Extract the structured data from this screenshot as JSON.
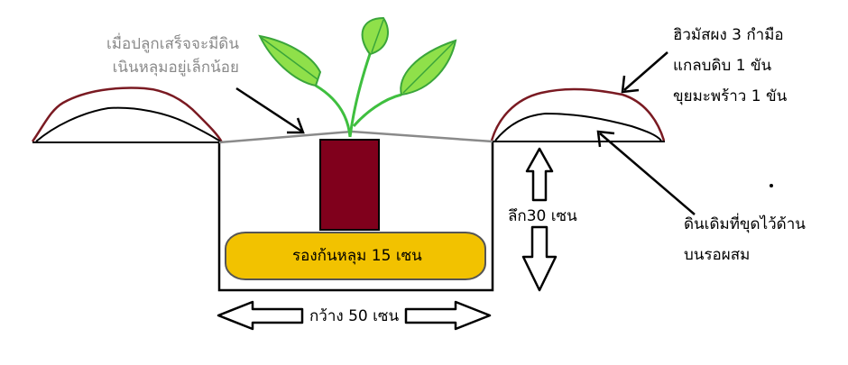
{
  "labels": {
    "planting_note": [
      "เมื่อปลูกเสร็จจะมีดิน",
      "เนินหลุมอยู่เล็กน้อย"
    ],
    "mix_note": [
      "ฮิวมัสผง 3 กำมือ",
      "แกลบดิบ 1 ขัน",
      "ขุยมะพร้าว 1 ขัน"
    ],
    "depth": "ลึก30 เซน",
    "soil_note": [
      "ดินเดิมที่ขุดไว้ด้าน",
      "บนรอผสม"
    ],
    "base_pad": "รองก้นหลุม 15 เซน",
    "width": "กว้าง 50 เซน"
  },
  "colors": {
    "outline": "#000000",
    "mound_top": "#7a1a22",
    "pot": "#80001c",
    "pad_fill": "#f2c200",
    "pad_stroke": "#555555",
    "leaf": "#8fe04a",
    "leaf_vein": "#3aa53a",
    "stem": "#3fbf3f",
    "gray_line": "#8a8a8a"
  }
}
